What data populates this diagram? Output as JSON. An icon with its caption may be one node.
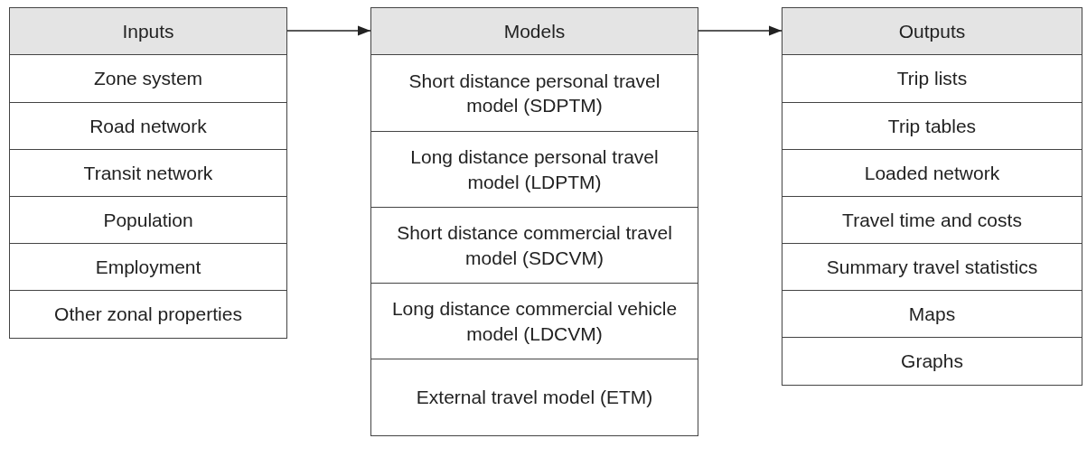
{
  "diagram": {
    "nodes": [
      {
        "text": [
          "Inputs"
        ]
      },
      {
        "text": [
          "Zone system"
        ],
        "in": 0
      },
      {
        "text": [
          "Road network"
        ],
        "in": 0
      },
      {
        "text": [
          "Transit network"
        ],
        "in": 0
      },
      {
        "text": [
          "Population"
        ],
        "in": 0
      },
      {
        "text": [
          "Employment"
        ],
        "in": 0
      },
      {
        "text": [
          "Other zonal properties"
        ],
        "in": 0
      },
      {
        "text": [
          "Models"
        ]
      },
      {
        "text": [
          "Short distance personal travel model (SDPTM)"
        ],
        "in": 7
      },
      {
        "text": [
          "Long distance personal travel model (LDPTM)"
        ],
        "in": 7
      },
      {
        "text": [
          "Short distance commercial travel model (SDCVM)"
        ],
        "in": 7
      },
      {
        "text": [
          "Long distance commercial vehicle model (LDCVM)"
        ],
        "in": 7
      },
      {
        "text": [
          "External travel model (ETM)"
        ],
        "in": 7
      },
      {
        "text": [
          "Outputs"
        ]
      },
      {
        "text": [
          "Trip lists"
        ],
        "in": 13
      },
      {
        "text": [
          "Trip tables"
        ],
        "in": 13
      },
      {
        "text": [
          "Loaded network"
        ],
        "in": 13
      },
      {
        "text": [
          "Travel time and costs"
        ],
        "in": 13
      },
      {
        "text": [
          "Summary travel statistics"
        ],
        "in": 13
      },
      {
        "text": [
          "Maps"
        ],
        "in": 13
      },
      {
        "text": [
          "Graphs"
        ],
        "in": 13
      }
    ],
    "edges": [
      {
        "from": 0,
        "to": 7,
        "arrow": "to"
      },
      {
        "from": 7,
        "to": 13,
        "arrow": "to"
      }
    ]
  }
}
